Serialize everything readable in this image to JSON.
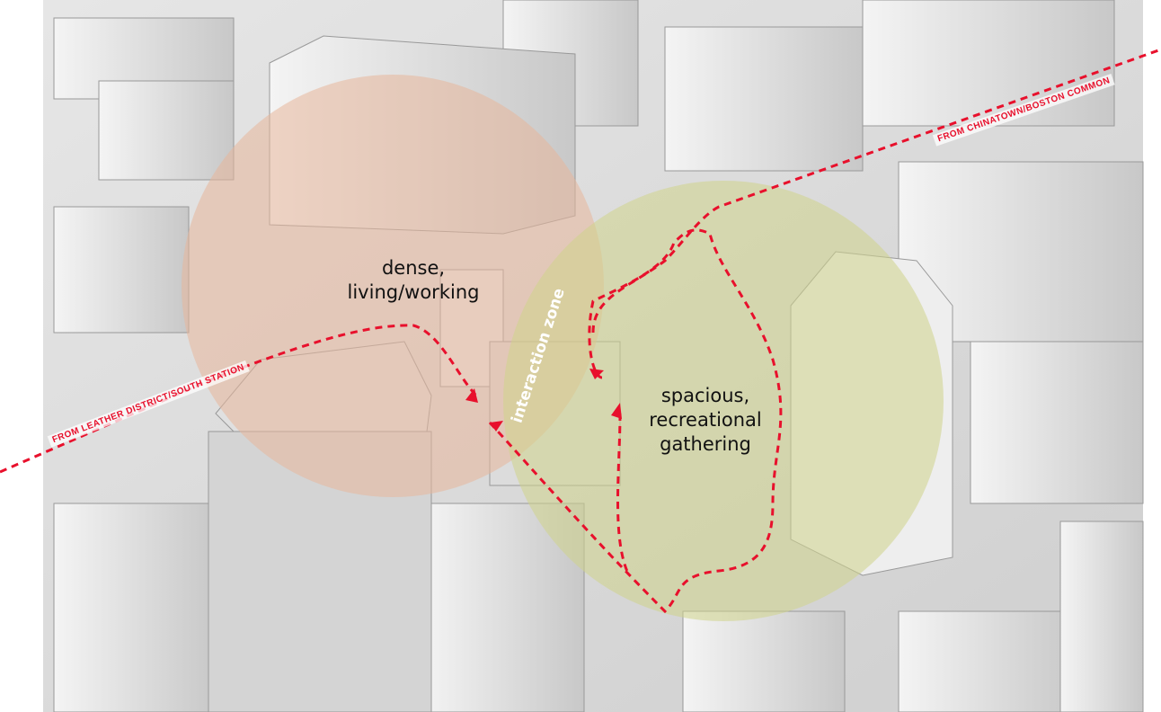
{
  "zones": {
    "dense": {
      "line1": "dense,",
      "line2": "living/working",
      "color": "#e8b79a"
    },
    "spacious": {
      "line1": "spacious,",
      "line2": "recreational",
      "line3": "gathering",
      "color": "#cfd48a"
    },
    "interaction": {
      "label": "interaction zone"
    }
  },
  "routes": {
    "chinatown": "FROM CHINATOWN/BOSTON COMMON",
    "leather": "FROM LEATHER DISTRICT/SOUTH STATION",
    "color": "#e8102c"
  }
}
